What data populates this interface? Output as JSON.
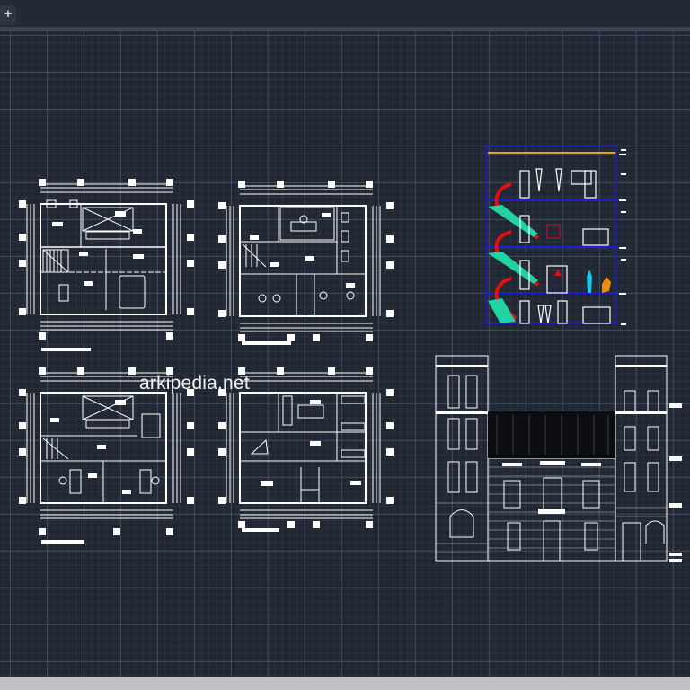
{
  "app": {
    "tab_bar": {
      "add_tab_icon": "plus-icon",
      "add_tab_label": "+"
    },
    "status_bar": {}
  },
  "canvas": {
    "background": "#212833",
    "grid_major_color": "#505c73",
    "grid_minor_color": "#3c4658",
    "watermark": "arkipedia.net",
    "drawings": [
      {
        "id": "plan-ground-floor",
        "type": "floor-plan"
      },
      {
        "id": "plan-first-floor",
        "type": "floor-plan"
      },
      {
        "id": "plan-second-floor",
        "type": "floor-plan"
      },
      {
        "id": "plan-third-floor",
        "type": "floor-plan"
      },
      {
        "id": "section",
        "type": "building-section"
      },
      {
        "id": "facade",
        "type": "elevation"
      }
    ],
    "colors": {
      "line": "#ffffff",
      "section_frame": "#1a1fd0",
      "stair_red": "#e01010",
      "stair_green": "#1fd4a0",
      "figure_cyan": "#18c8e8",
      "figure_orange": "#f08a10"
    }
  }
}
